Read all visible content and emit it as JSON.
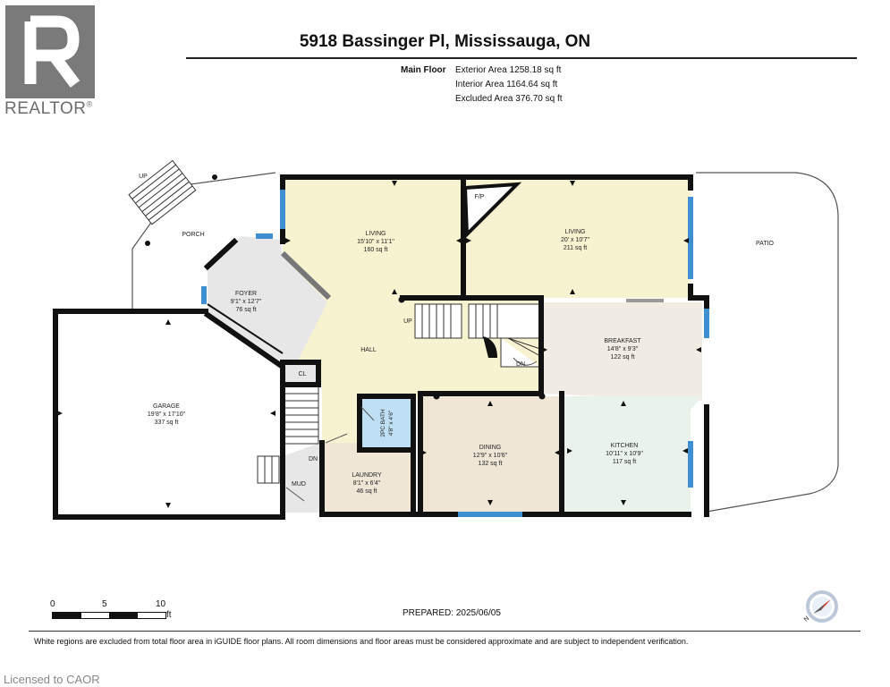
{
  "logo": {
    "realtor_text": "REALTOR",
    "registered_mark": "®"
  },
  "header": {
    "title": "5918 Bassinger Pl, Mississauga, ON"
  },
  "floor_summary": {
    "floor_label": "Main Floor",
    "lines": [
      "Exterior Area 1258.18 sq ft",
      "Interior Area 1164.64 sq ft",
      "Excluded Area 376.70 sq ft"
    ]
  },
  "rooms": {
    "living_left": {
      "name": "LIVING",
      "dims": "15'10\" x 11'1\"",
      "area": "160 sq ft"
    },
    "living_right": {
      "name": "LIVING",
      "dims": "20' x 10'7\"",
      "area": "211 sq ft"
    },
    "foyer": {
      "name": "FOYER",
      "dims": "9'1\" x 12'7\"",
      "area": "76 sq ft"
    },
    "breakfast": {
      "name": "BREAKFAST",
      "dims": "14'8\" x 9'3\"",
      "area": "122 sq ft"
    },
    "garage": {
      "name": "GARAGE",
      "dims": "19'8\" x 17'10\"",
      "area": "337 sq ft"
    },
    "dining": {
      "name": "DINING",
      "dims": "12'9\" x 10'6\"",
      "area": "132 sq ft"
    },
    "kitchen": {
      "name": "KITCHEN",
      "dims": "10'11\" x 10'9\"",
      "area": "117 sq ft"
    },
    "laundry": {
      "name": "LAUNDRY",
      "dims": "8'1\" x 6'4\"",
      "area": "46 sq ft"
    },
    "bath": {
      "name": "2PC BATH",
      "dims": "4'8\" x 4'6\""
    }
  },
  "labels": {
    "porch": "PORCH",
    "patio": "PATIO",
    "hall": "HALL",
    "mud": "MUD",
    "cl": "CL",
    "fp": "F/P",
    "up_porch": "UP",
    "up_hall": "UP",
    "dn_stair": "DN",
    "dn_laundry": "DN"
  },
  "scale": {
    "ticks": [
      "0",
      "5",
      "10"
    ],
    "unit": "ft"
  },
  "prepared": "PREPARED: 2025/06/05",
  "compass": {
    "label": "N"
  },
  "disclaimer": "White regions are excluded from total floor area in iGUIDE floor plans. All room dimensions and floor areas must be considered approximate and are subject to independent verification.",
  "licensed": "Licensed to CAOR",
  "colors": {
    "wall": "#111111",
    "window": "#3d8fd1",
    "living": "#f7f3d0",
    "foyer": "#e7e7e7",
    "breakfast": "#f0ece4",
    "dining": "#efe6d6",
    "kitchen": "#e9f3ec",
    "bath": "#bfe0f4",
    "laundry": "#efe6d6",
    "garage": "#ffffff"
  }
}
